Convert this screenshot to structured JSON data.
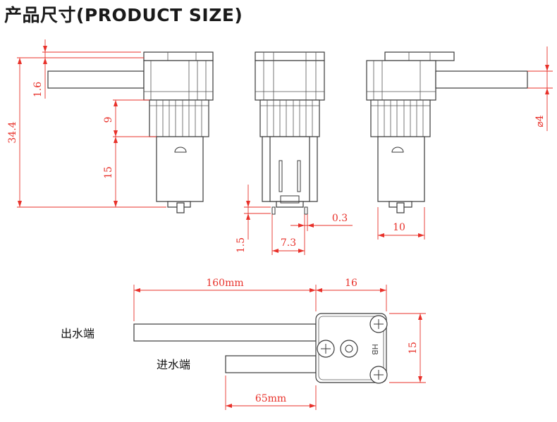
{
  "title": "产品尺寸(PRODUCT SIZE)",
  "dims": {
    "tube_offset": "1.6",
    "total_height": "34.4",
    "gear_height": "9",
    "motor_height": "15",
    "terminal_height": "1.5",
    "terminal_gap": "0.3",
    "terminal_width": "7.3",
    "motor_width": "10",
    "tube_diameter": "⌀4",
    "outlet_length": "160mm",
    "head_length": "16",
    "head_width": "15",
    "inlet_length": "65mm"
  },
  "labels": {
    "outlet": "出水端",
    "inlet": "进水端",
    "brand_mark": "HB"
  }
}
